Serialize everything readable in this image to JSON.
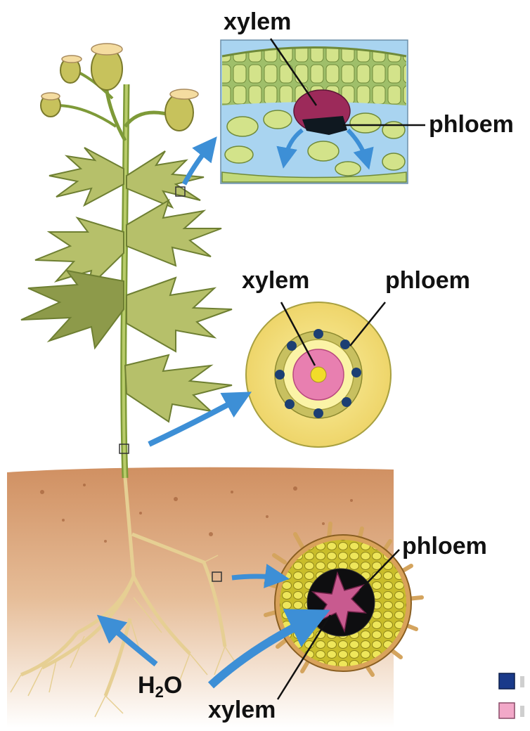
{
  "diagram": {
    "leaf_section": {
      "xylem_label": "xylem",
      "phloem_label": "phloem"
    },
    "stem_section": {
      "xylem_label": "xylem",
      "phloem_label": "phloem"
    },
    "root_section": {
      "xylem_label": "xylem",
      "phloem_label": "phloem"
    },
    "water_label": {
      "main": "H",
      "subscript": "2",
      "tail": "O"
    },
    "colors": {
      "arrow": "#3d8fd6",
      "xylem": "#e87fb0",
      "phloem": "#1c3f73",
      "soil": "#d9a57a",
      "leaf_green": "#b6c06a",
      "cell_yellow": "#f1dc63"
    },
    "legend_swatches": [
      {
        "name": "phloem-swatch",
        "color": "#1a3a8a"
      },
      {
        "name": "xylem-swatch",
        "color": "#f2a8c8"
      }
    ]
  }
}
